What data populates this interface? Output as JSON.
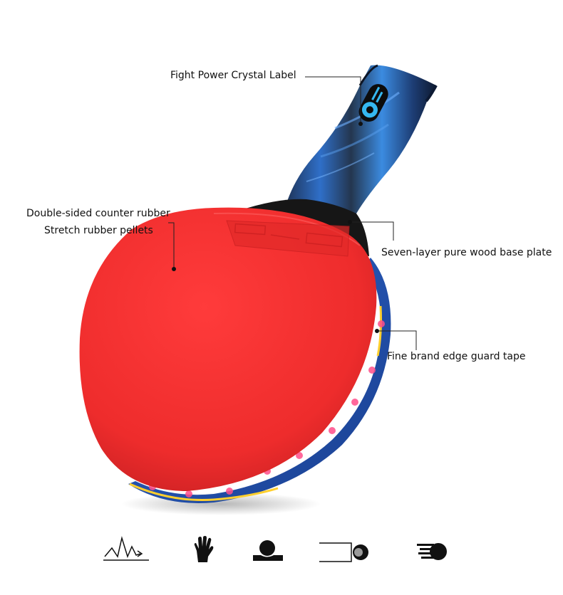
{
  "callouts": {
    "crystal_label": "Fight Power Crystal Label",
    "rubber_line1": "Double-sided counter rubber",
    "rubber_line2": "Stretch rubber pellets",
    "base_plate": "Seven-layer pure wood base plate",
    "edge_tape": "Fine brand edge guard tape"
  },
  "colors": {
    "rubber_red": "#f0302e",
    "handle_blue": "#2f6fc8",
    "edge_blue": "#2456b5",
    "line": "#222222"
  },
  "features": [
    {
      "icon": "bounce-wave-icon"
    },
    {
      "icon": "hand-grip-icon"
    },
    {
      "icon": "ball-on-base-icon"
    },
    {
      "icon": "ball-rebound-icon"
    },
    {
      "icon": "ball-speed-icon"
    }
  ]
}
